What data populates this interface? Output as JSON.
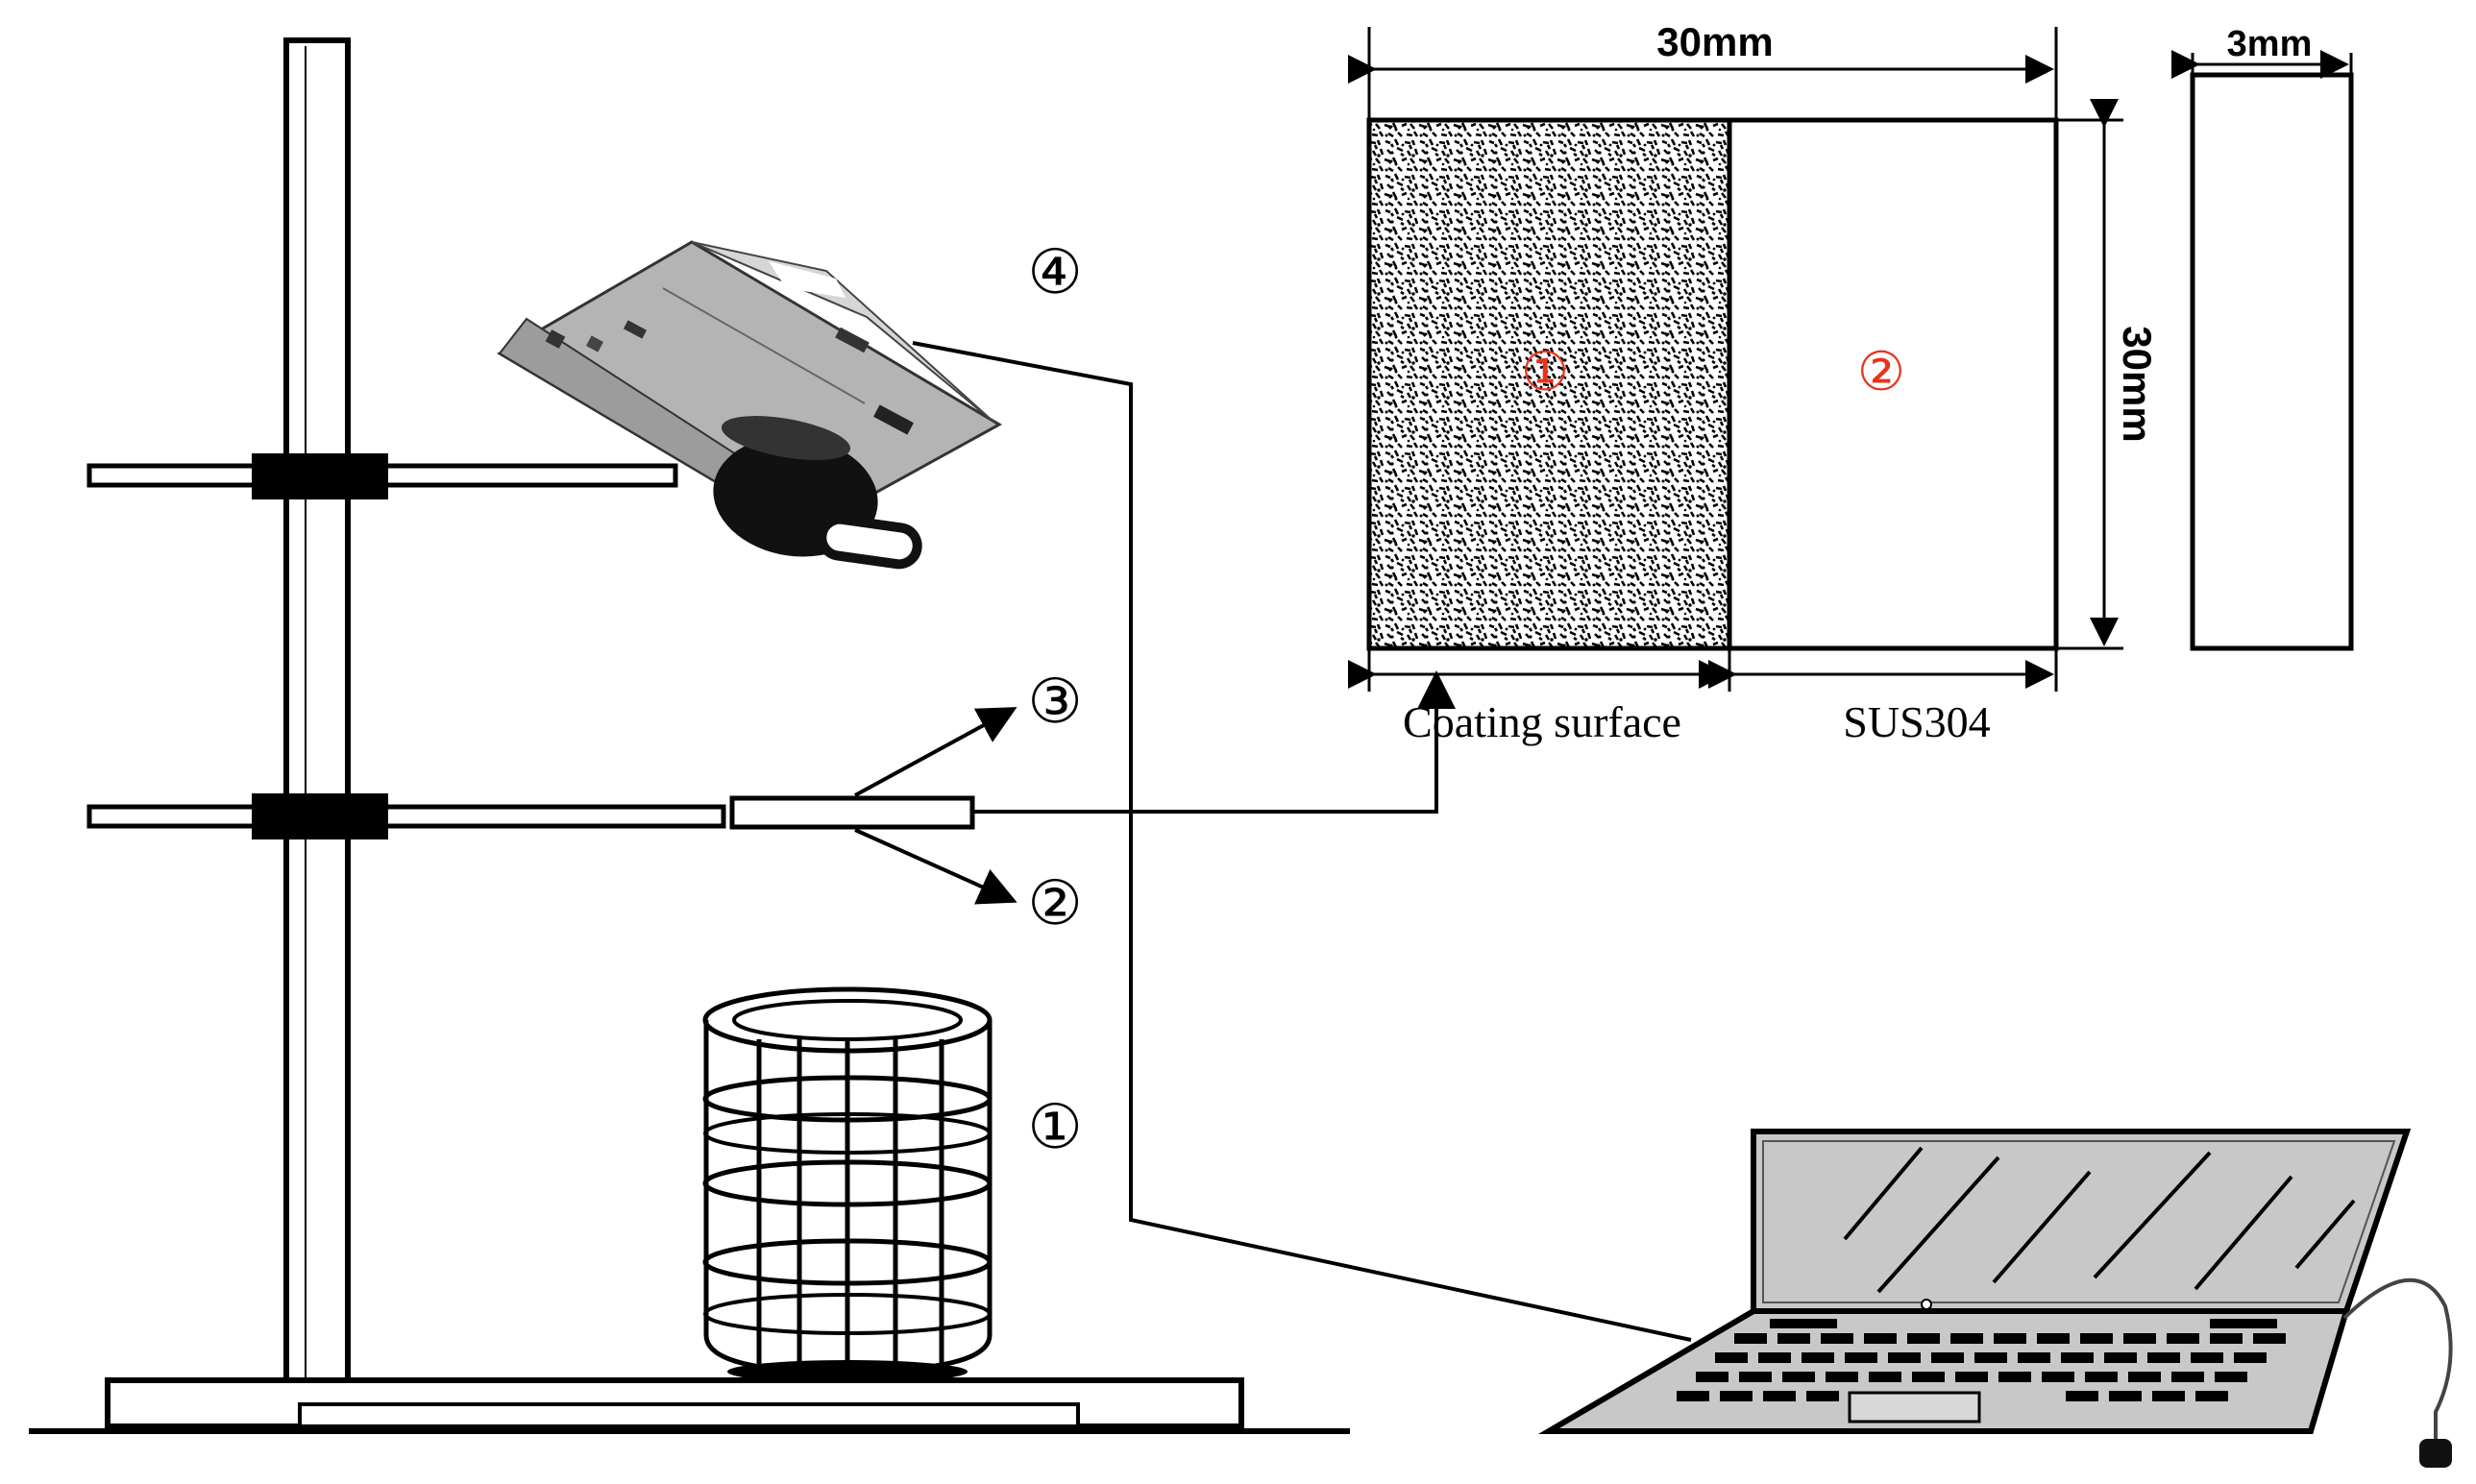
{
  "dimensions": {
    "width_top": "30mm",
    "height_right": "30mm",
    "thickness": "3mm"
  },
  "sample": {
    "region1_marker": "①",
    "region2_marker": "②",
    "region1_label": "Coating surface",
    "region2_label": "SUS304"
  },
  "callouts": {
    "num1": "①",
    "num2": "②",
    "num3": "③",
    "num4": "④"
  },
  "colors": {
    "line": "#000000",
    "marker_red": "#e8331c",
    "metal_gray": "#bdbdbd",
    "screen_gray": "#c8c8c8"
  }
}
